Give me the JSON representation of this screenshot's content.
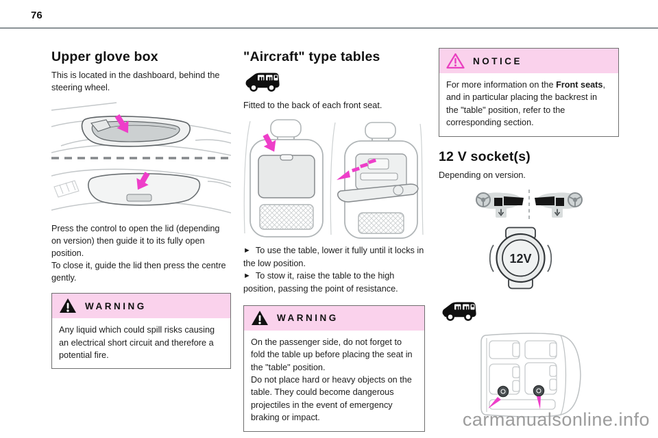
{
  "page": {
    "number": "76",
    "watermark": "carmanualsonline.info"
  },
  "upper_glove_box": {
    "heading": "Upper glove box",
    "intro": "This is located in the dashboard, behind the steering wheel.",
    "body": "Press the control to open the lid (depending on version) then guide it to its fully open position.\nTo close it, guide the lid then press the centre gently.",
    "warning": {
      "title": "WARNING",
      "text": "Any liquid which could spill risks causing an electrical short circuit and therefore a potential fire."
    }
  },
  "aircraft_tables": {
    "heading": "\"Aircraft\" type tables",
    "intro": "Fitted to the back of each front seat.",
    "bullet_marker": "►",
    "bullets": [
      "To use the table, lower it fully until it locks in the low position.",
      "To stow it, raise the table to the high position, passing the point of resistance."
    ],
    "warning": {
      "title": "WARNING",
      "text": "On the passenger side, do not forget to fold the table up before placing the seat in the \"table\" position.\nDo not place hard or heavy objects on the table. They could become dangerous projectiles in the event of emergency braking or impact."
    }
  },
  "sockets": {
    "notice": {
      "title": "NOTICE",
      "text_before": "For more information on the ",
      "bold_text": "Front seats",
      "text_after": ", and in particular placing the backrest in the \"table\" position, refer to the corresponding section."
    },
    "heading": "12 V socket(s)",
    "intro": "Depending on version.",
    "socket_label": "12V"
  },
  "icons": {
    "warning_triangle": "black-warning-triangle-icon",
    "notice_triangle": "magenta-notice-triangle-icon",
    "minivan": "minivan-side-silhouette-icon",
    "steering_wheel": "steering-wheel-icon",
    "down_arrow": "down-arrow-icon",
    "bullet": "right-pointer-icon"
  },
  "colors": {
    "alert_header_pink": "#fad2ec",
    "accent_magenta": "#ee3ec9",
    "rule_gray": "#8a9296",
    "watermark_gray": "#9c9c9c"
  }
}
